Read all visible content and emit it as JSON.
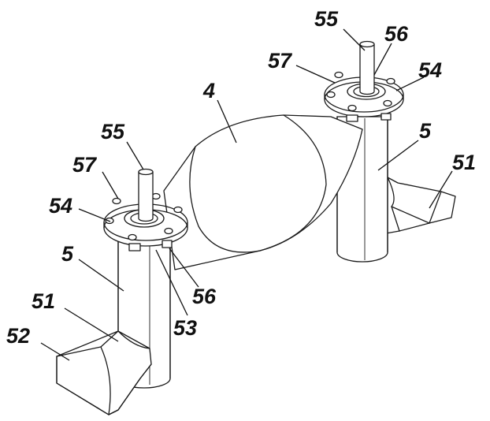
{
  "labels": {
    "l_4": "4",
    "l_55_right": "55",
    "l_56_right": "56",
    "l_57_right": "57",
    "l_54_right": "54",
    "l_5_right": "5",
    "l_51_right": "51",
    "l_55_left": "55",
    "l_57_left": "57",
    "l_54_left": "54",
    "l_5_left": "5",
    "l_51_left": "51",
    "l_52_left": "52",
    "l_56_left": "56",
    "l_53_left": "53"
  },
  "colors": {
    "stroke": "#1a1a1a",
    "background": "#ffffff"
  }
}
